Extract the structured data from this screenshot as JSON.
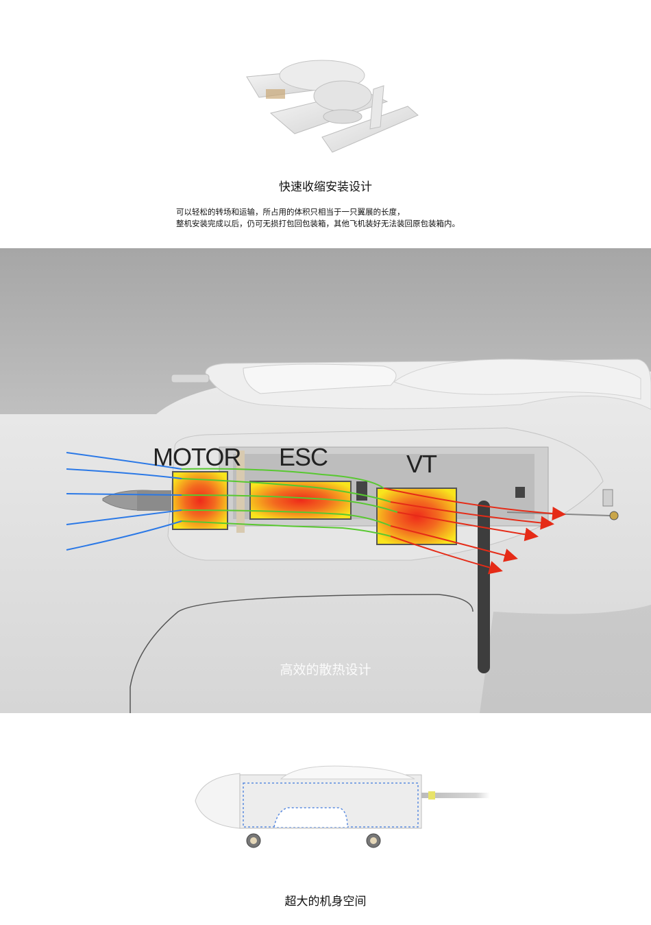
{
  "folding": {
    "title": "快速收缩安装设计",
    "description_lines": [
      "可以轻松的转场和运输，所占用的体积只相当于一只翼展的长度，",
      "整机安装完成以后，仍可无损打包回包装箱，其他飞机装好无法装回原包装箱内。"
    ]
  },
  "cooling": {
    "labels": {
      "motor": "MOTOR",
      "esc": "ESC",
      "vt": "VT"
    },
    "title": "高效的散热设计",
    "colors": {
      "intake": "#2a78e6",
      "flow": "#58c830",
      "exhaust": "#e52b17",
      "heat_core": "#ee2a1a",
      "heat_edge": "#f9e41d"
    }
  },
  "fuselage": {
    "title": "超大的机身空间"
  }
}
